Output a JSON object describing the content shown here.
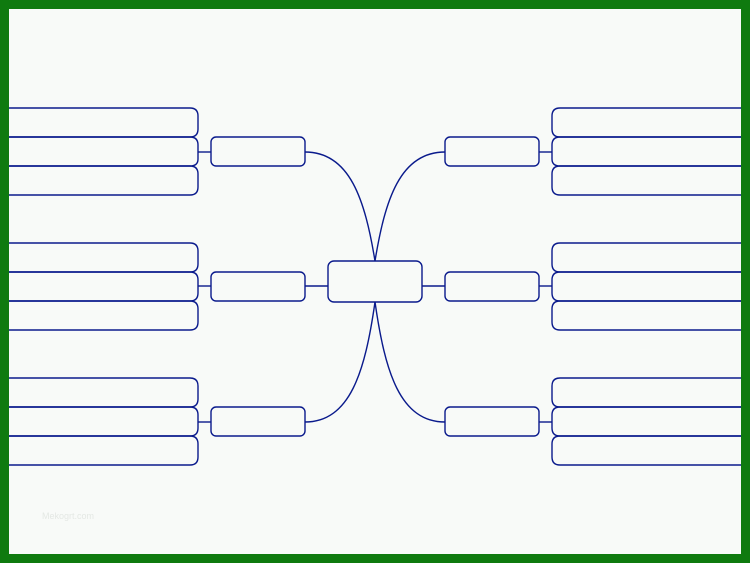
{
  "diagram": {
    "type": "mind-map-template",
    "central_topic": "",
    "branches": [
      {
        "side": "left",
        "label": "",
        "leaves": [
          "",
          "",
          ""
        ]
      },
      {
        "side": "left",
        "label": "",
        "leaves": [
          "",
          "",
          ""
        ]
      },
      {
        "side": "left",
        "label": "",
        "leaves": [
          "",
          "",
          ""
        ]
      },
      {
        "side": "right",
        "label": "",
        "leaves": [
          "",
          "",
          ""
        ]
      },
      {
        "side": "right",
        "label": "",
        "leaves": [
          "",
          "",
          ""
        ]
      },
      {
        "side": "right",
        "label": "",
        "leaves": [
          "",
          "",
          ""
        ]
      }
    ]
  },
  "colors": {
    "frame_border": "#0f7a0f",
    "background": "#f8faf8",
    "line": "#0a1a8c"
  },
  "watermark": "Mekogrt.com"
}
